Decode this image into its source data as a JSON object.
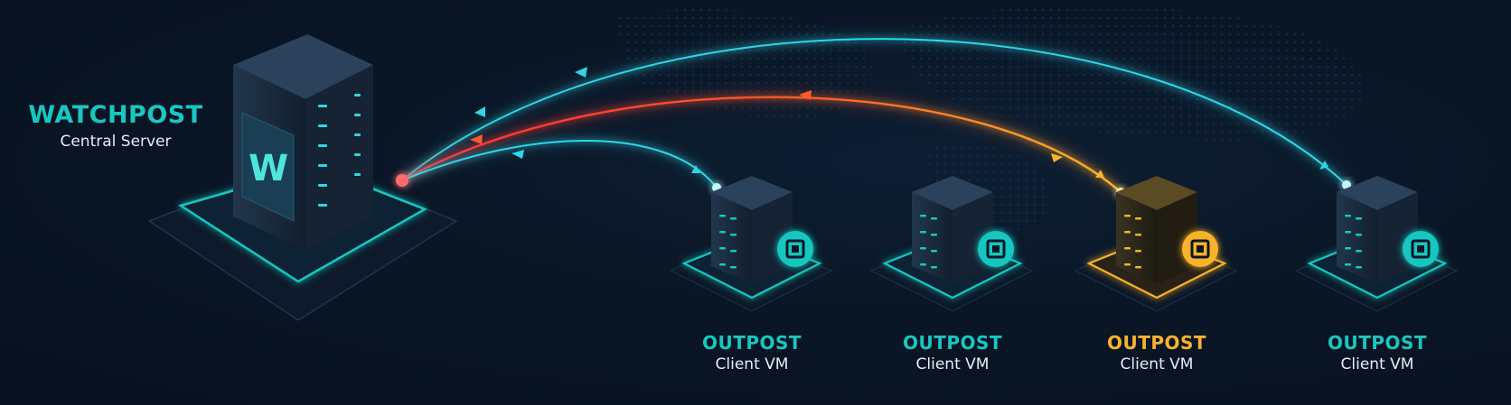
{
  "colors": {
    "background": "#081220",
    "teal": "#19c7c0",
    "cyan_link": "#2fd6e6",
    "red_link": "#ff2d3a",
    "amber": "#f7b32b",
    "server_body": "#1a2a3c"
  },
  "central": {
    "title": "WATCHPOST",
    "subtitle": "Central Server",
    "logo_letter": "W"
  },
  "outposts": [
    {
      "title": "OUTPOST",
      "subtitle": "Client VM",
      "status": "normal",
      "accent": "#19c7c0",
      "chip_icon": "chip-icon"
    },
    {
      "title": "OUTPOST",
      "subtitle": "Client VM",
      "status": "normal",
      "accent": "#19c7c0",
      "chip_icon": "chip-icon"
    },
    {
      "title": "OUTPOST",
      "subtitle": "Client VM",
      "status": "warning",
      "accent": "#f7b32b",
      "chip_icon": "chip-icon"
    },
    {
      "title": "OUTPOST",
      "subtitle": "Client VM",
      "status": "normal",
      "accent": "#19c7c0",
      "chip_icon": "chip-icon"
    }
  ],
  "connections": [
    {
      "from": "central",
      "to": "outpost-1",
      "color": "#2fd6e6"
    },
    {
      "from": "central",
      "to": "outpost-3",
      "color": "#ff2d3a",
      "to_color": "#f7b32b"
    },
    {
      "from": "central",
      "to": "outpost-4",
      "color": "#2fd6e6"
    }
  ]
}
